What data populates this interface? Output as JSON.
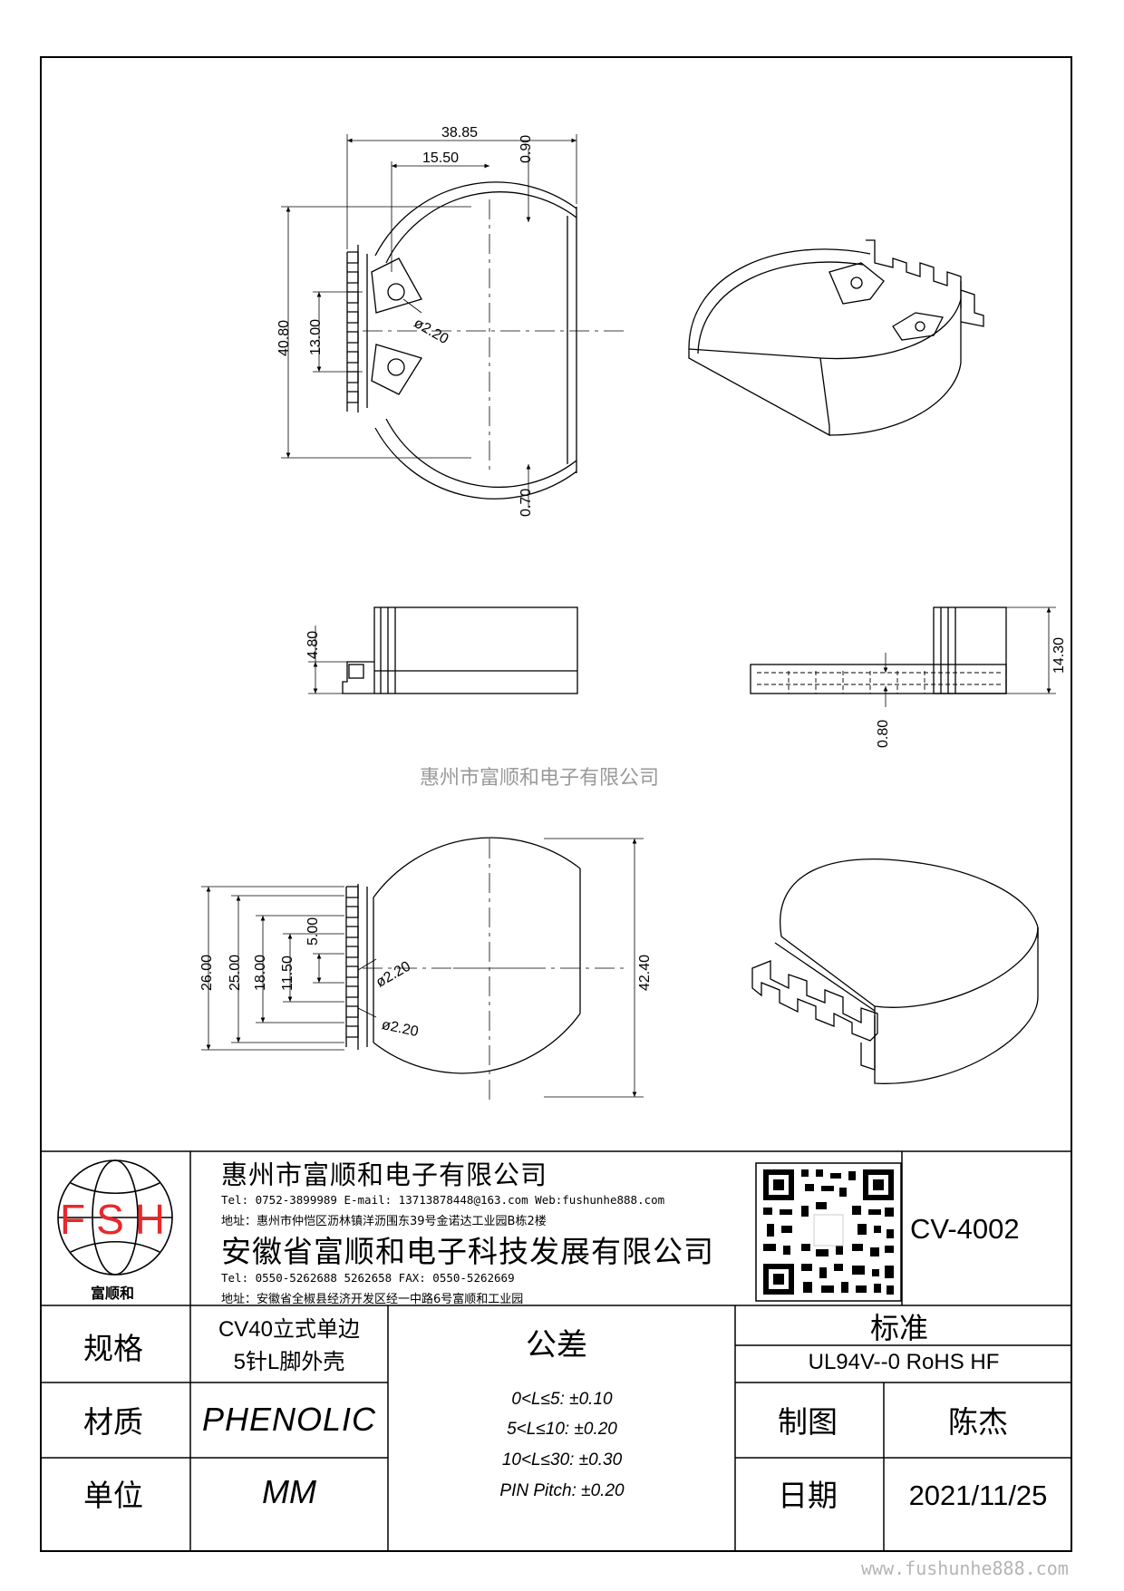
{
  "watermark": {
    "center": "惠州市富顺和电子有限公司",
    "bottom": "www.fushunhe888.com"
  },
  "logo": {
    "letters": "FSH",
    "caption": "富顺和",
    "color": "#e8282b"
  },
  "company_1": {
    "name": "惠州市富顺和电子有限公司",
    "contact": "Tel: 0752-3899989  E-mail: 13713878448@163.com  Web:fushunhe888.com",
    "address": "地址：惠州市仲恺区沥林镇洋沥围东39号金诺达工业园B栋2楼"
  },
  "company_2": {
    "name": "安徽省富顺和电子科技发展有限公司",
    "contact": "Tel: 0550-5262688  5262658    FAX: 0550-5262669",
    "address": "地址：安徽省全椒县经济开发区经一中路6号富顺和工业园"
  },
  "part_number": "CV-4002",
  "table": {
    "spec_label": "规格",
    "spec_value_1": "CV40立式单边",
    "spec_value_2": "5针L脚外壳",
    "material_label": "材质",
    "material_value": "PHENOLIC",
    "unit_label": "单位",
    "unit_value": "MM",
    "tolerance_label": "公差",
    "tolerance_lines": [
      "0<L≤5: ±0.10",
      "5<L≤10: ±0.20",
      "10<L≤30: ±0.30",
      "PIN Pitch: ±0.20"
    ],
    "standard_label": "标准",
    "standard_value": "UL94V--0  RoHS HF",
    "drawn_label": "制图",
    "drawn_value": "陈杰",
    "date_label": "日期",
    "date_value": "2021/11/25"
  },
  "dimensions": {
    "top_width": "38.85",
    "top_offset": "15.50",
    "top_wall": "0.90",
    "top_height": "40.80",
    "top_pins": "13.00",
    "top_hole": "ø2.20",
    "top_bottom_wall": "0.70",
    "side_height": "4.80",
    "side2_height": "14.30",
    "side2_wall": "0.80",
    "bot_height": "42.40",
    "bot_26": "26.00",
    "bot_25": "25.00",
    "bot_18": "18.00",
    "bot_1150": "11.50",
    "bot_5": "5.00",
    "bot_hole_1": "ø2.20",
    "bot_hole_2": "ø2.20"
  }
}
